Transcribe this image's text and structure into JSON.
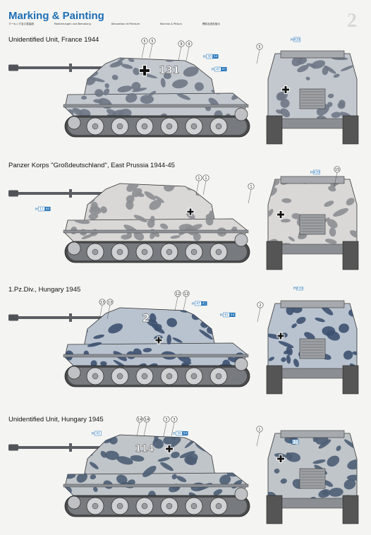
{
  "header": {
    "title": "Marking & Painting",
    "subtitles": [
      "マーキング及び塗装図",
      "Markierungen und Bemalung",
      "Décoration et Peinture",
      "Marchio & Pittura",
      "標誌及塗色指示"
    ],
    "page_number": "2"
  },
  "schemes": [
    {
      "title": "Unidentified Unit, France 1944",
      "callouts": [
        "5",
        "5",
        "9",
        "9",
        "5"
      ],
      "color_refs": [
        {
          "prefix": "H",
          "code": "30",
          "secondary": "94"
        },
        {
          "prefix": "H",
          "code": "47",
          "secondary": "41"
        },
        {
          "prefix": "H",
          "code": "430",
          "secondary": ""
        }
      ],
      "hull_number": "131"
    },
    {
      "title": "Panzer Korps \"Großdeutschland\", East Prussia 1944-45",
      "callouts": [
        "1",
        "1",
        "1",
        "15"
      ],
      "color_refs": [
        {
          "prefix": "H",
          "code": "11",
          "secondary": "80"
        },
        {
          "prefix": "H",
          "code": "430",
          "secondary": ""
        }
      ],
      "hull_number": ""
    },
    {
      "title": "1.Pz.Div., Hungary 1945",
      "callouts": [
        "13",
        "13",
        "12",
        "12",
        "2"
      ],
      "color_refs": [
        {
          "prefix": "H",
          "code": "47",
          "secondary": "41"
        },
        {
          "prefix": "H",
          "code": "61",
          "secondary": "94"
        },
        {
          "prefix": "H",
          "code": "430",
          "secondary": ""
        }
      ],
      "hull_number": "2"
    },
    {
      "title": "Unidentified Unit, Hungary 1945",
      "callouts": [
        "14",
        "14",
        "3",
        "3",
        "1"
      ],
      "color_refs": [
        {
          "prefix": "H",
          "code": "41",
          "secondary": ""
        },
        {
          "prefix": "H",
          "code": "30",
          "secondary": "94"
        },
        {
          "prefix": "H",
          "code": "430",
          "secondary": ""
        }
      ],
      "hull_number": "114"
    }
  ],
  "colors": {
    "accent": "#1d6fb6",
    "scheme1_base": "#c3c8cf",
    "scheme1_camo": "#6f7785",
    "scheme2_base": "#d9d8d7",
    "scheme2_camo": "#8c8e92",
    "scheme3_base": "#b9c3cf",
    "scheme3_camo": "#3d5170",
    "scheme4_base": "#c0c5ca",
    "scheme4_camo": "#4c5d74"
  }
}
